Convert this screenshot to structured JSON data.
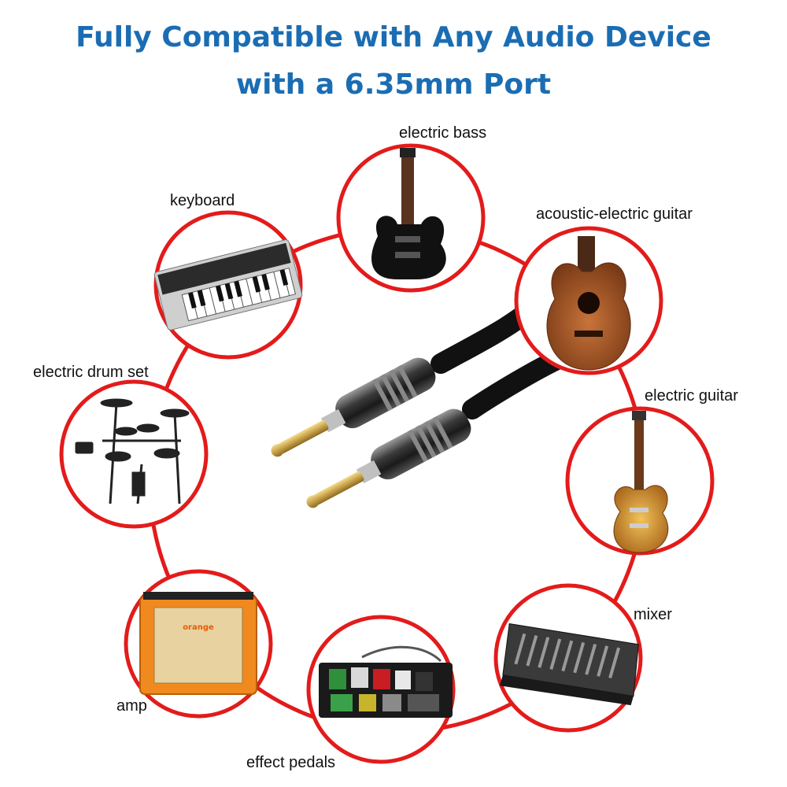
{
  "headline": {
    "line1": "Fully Compatible with Any Audio Device",
    "line2": "with a 6.35mm Port"
  },
  "devices": [
    {
      "label": "electric bass",
      "icon": "electric-bass-icon"
    },
    {
      "label": "keyboard",
      "icon": "keyboard-icon"
    },
    {
      "label": "acoustic-electric guitar",
      "icon": "acoustic-guitar-icon"
    },
    {
      "label": "electric drum set",
      "icon": "drum-set-icon"
    },
    {
      "label": "electric guitar",
      "icon": "electric-guitar-icon"
    },
    {
      "label": "amp",
      "icon": "amp-icon"
    },
    {
      "label": "mixer",
      "icon": "mixer-icon"
    },
    {
      "label": "effect pedals",
      "icon": "effect-pedals-icon"
    }
  ],
  "amp_logo": "orange",
  "colors": {
    "headline": "#1b6db3",
    "ring": "#e31b1b",
    "cable": "#111111",
    "plug_gold": "#c9a24a",
    "amp_orange": "#f08a1e"
  }
}
